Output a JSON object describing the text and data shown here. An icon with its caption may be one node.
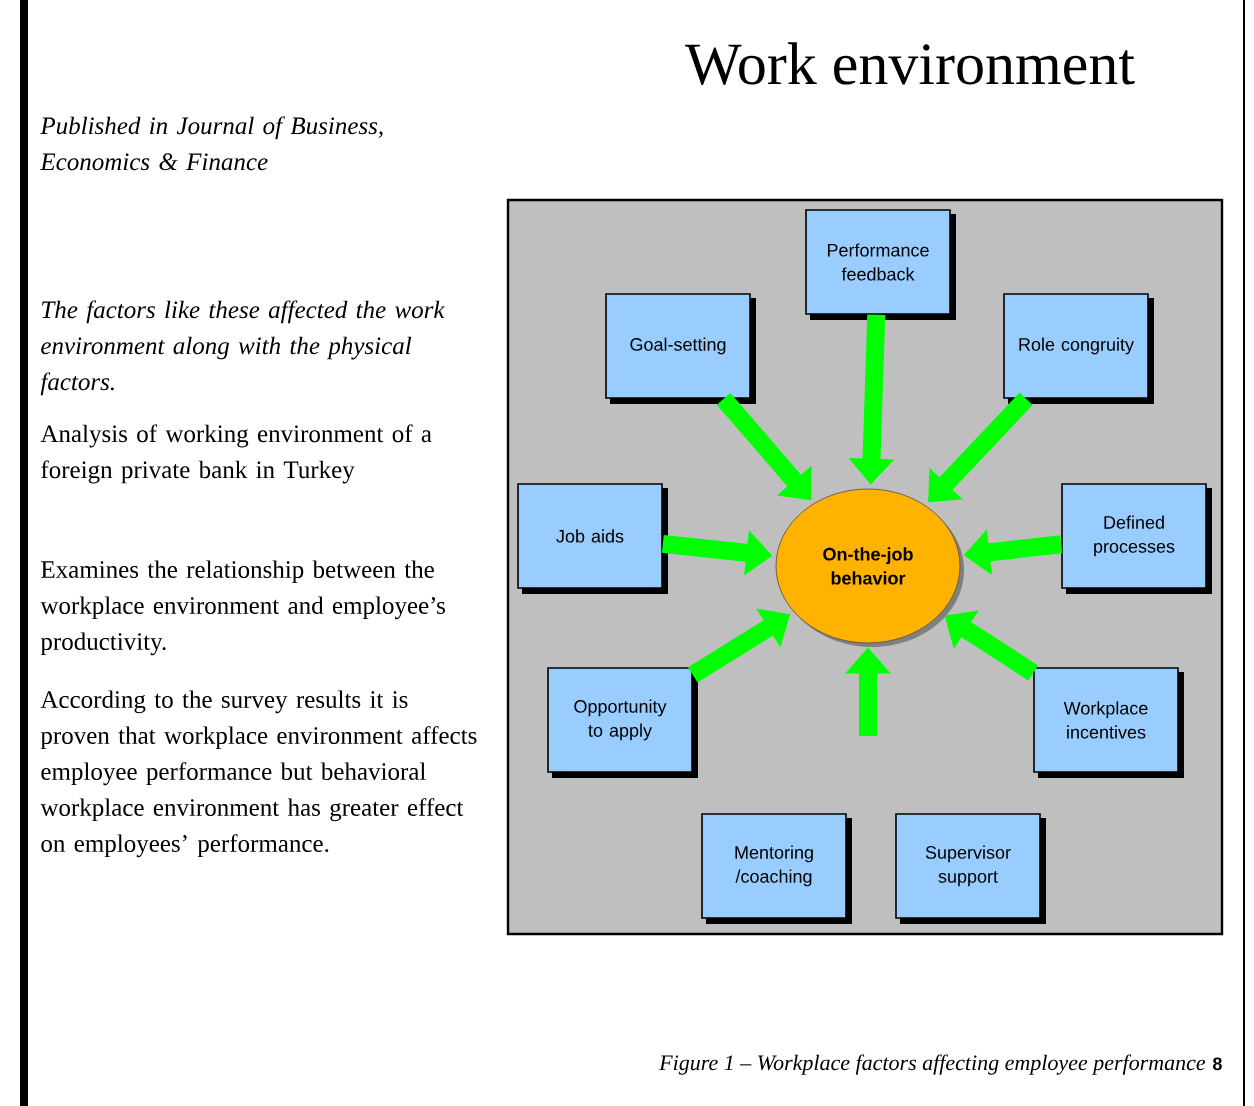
{
  "diagram": {
    "title": "Work environment",
    "caption": "Figure 1 – Workplace factors affecting employee performance",
    "nodes": [
      {
        "text": [],
        "shape": "octagon"
      },
      {
        "text": [
          "Performance feedback"
        ],
        "in": 0
      },
      {
        "text": [
          "Goal-setting"
        ],
        "in": 0
      },
      {
        "text": [
          "Role congruity"
        ],
        "in": 0
      },
      {
        "text": [
          "Job aids"
        ],
        "in": 0
      },
      {
        "text": [
          "On-the-job behavior"
        ],
        "in": 0
      },
      {
        "text": [
          "Defined processes"
        ],
        "in": 0
      },
      {
        "text": [
          "Opportunity to apply"
        ],
        "in": 0
      },
      {
        "text": [
          "Workplace incentives"
        ],
        "in": 0
      },
      {
        "text": [
          "Mentoring /coaching"
        ],
        "in": 0
      },
      {
        "text": [
          "Supervisor support"
        ],
        "in": 0
      }
    ],
    "edges": [
      {
        "from": 2,
        "to": 5,
        "arrow": "to"
      },
      {
        "from": 1,
        "to": 5,
        "arrow": "to"
      },
      {
        "from": 3,
        "to": 5,
        "arrow": "to"
      },
      {
        "from": 4,
        "to": 5,
        "arrow": "to"
      },
      {
        "from": 6,
        "to": 5,
        "arrow": "to"
      },
      {
        "from": 7,
        "to": 5,
        "arrow": "to"
      },
      {
        "from": null,
        "to": 5,
        "arrow": "to"
      },
      {
        "from": 8,
        "to": 5,
        "arrow": "to"
      }
    ],
    "labels": [
      "Published in Journal of Business, Economics & Finance",
      "The factors like these affected the work environment along with the physical factors.",
      "Analysis of working environment of a foreign private bank in Turkey",
      "Examines the relationship between the workplace environment and employee’s productivity.",
      "According to the survey results it is proven that workplace environment affects employee performance but behavioral workplace environment has greater effect on employees’ performance.",
      "8"
    ]
  }
}
